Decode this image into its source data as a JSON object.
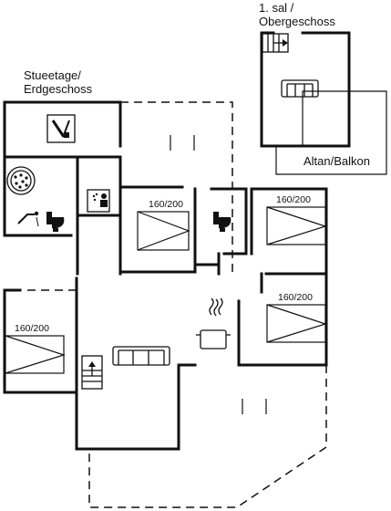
{
  "floors": {
    "upper_label_line1": "1. sal /",
    "upper_label_line2": "Obergeschoss",
    "ground_label_line1": "Stueetage/",
    "ground_label_line2": "Erdgeschoss"
  },
  "balcony_label": "Altan/Balkon",
  "beds": [
    {
      "label": "160/200"
    },
    {
      "label": "160/200"
    },
    {
      "label": "160/200"
    },
    {
      "label": "160/200"
    }
  ],
  "icons": [
    "stair-icon",
    "sofa-icon",
    "utility-icon",
    "sauna-icon",
    "shower-icon",
    "toilet-icon",
    "sink-icon",
    "cooking-pot-icon"
  ]
}
